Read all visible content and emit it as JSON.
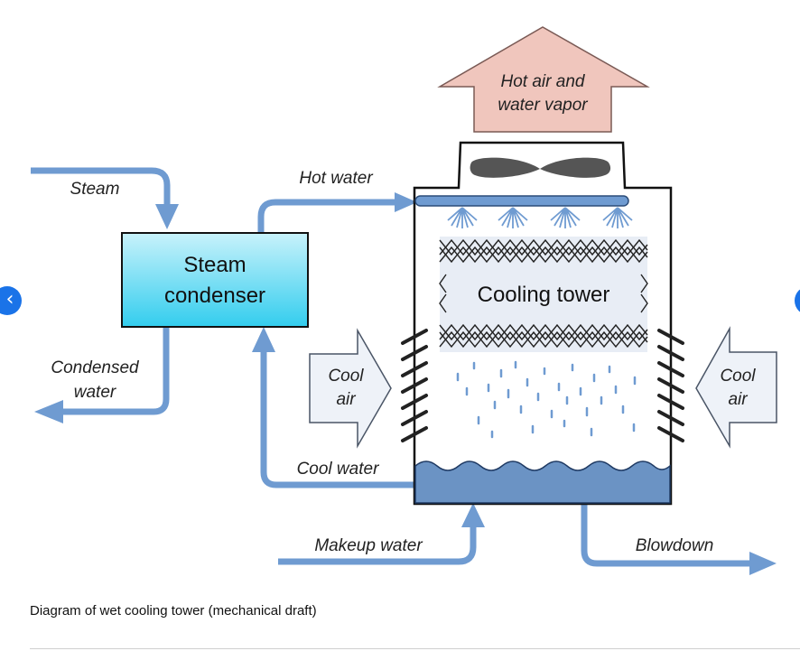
{
  "diagram": {
    "labels": {
      "steam": "Steam",
      "hot_water": "Hot water",
      "condensed_water_1": "Condensed",
      "condensed_water_2": "water",
      "cool_water": "Cool water",
      "makeup_water": "Makeup water",
      "blowdown": "Blowdown",
      "hot_air_1": "Hot air and",
      "hot_air_2": "water vapor",
      "cool_air_left_1": "Cool",
      "cool_air_left_2": "air",
      "cool_air_right_1": "Cool",
      "cool_air_right_2": "air",
      "condenser_1": "Steam",
      "condenser_2": "condenser",
      "tower": "Cooling tower"
    },
    "colors": {
      "pipe": "#6f9bd1",
      "condenser_top": "#c8f2fb",
      "condenser_bottom": "#33cdee",
      "hot_air_arrow": "#f0c6bd",
      "cool_air_arrow": "#eef2f8",
      "tower_panel": "#e8edf5",
      "basin": "#6b93c4",
      "nav": "#1a73e8"
    }
  },
  "nav": {
    "prev_icon": "‹",
    "next_icon": "›"
  },
  "caption": "Diagram of wet cooling tower (mechanical draft)"
}
